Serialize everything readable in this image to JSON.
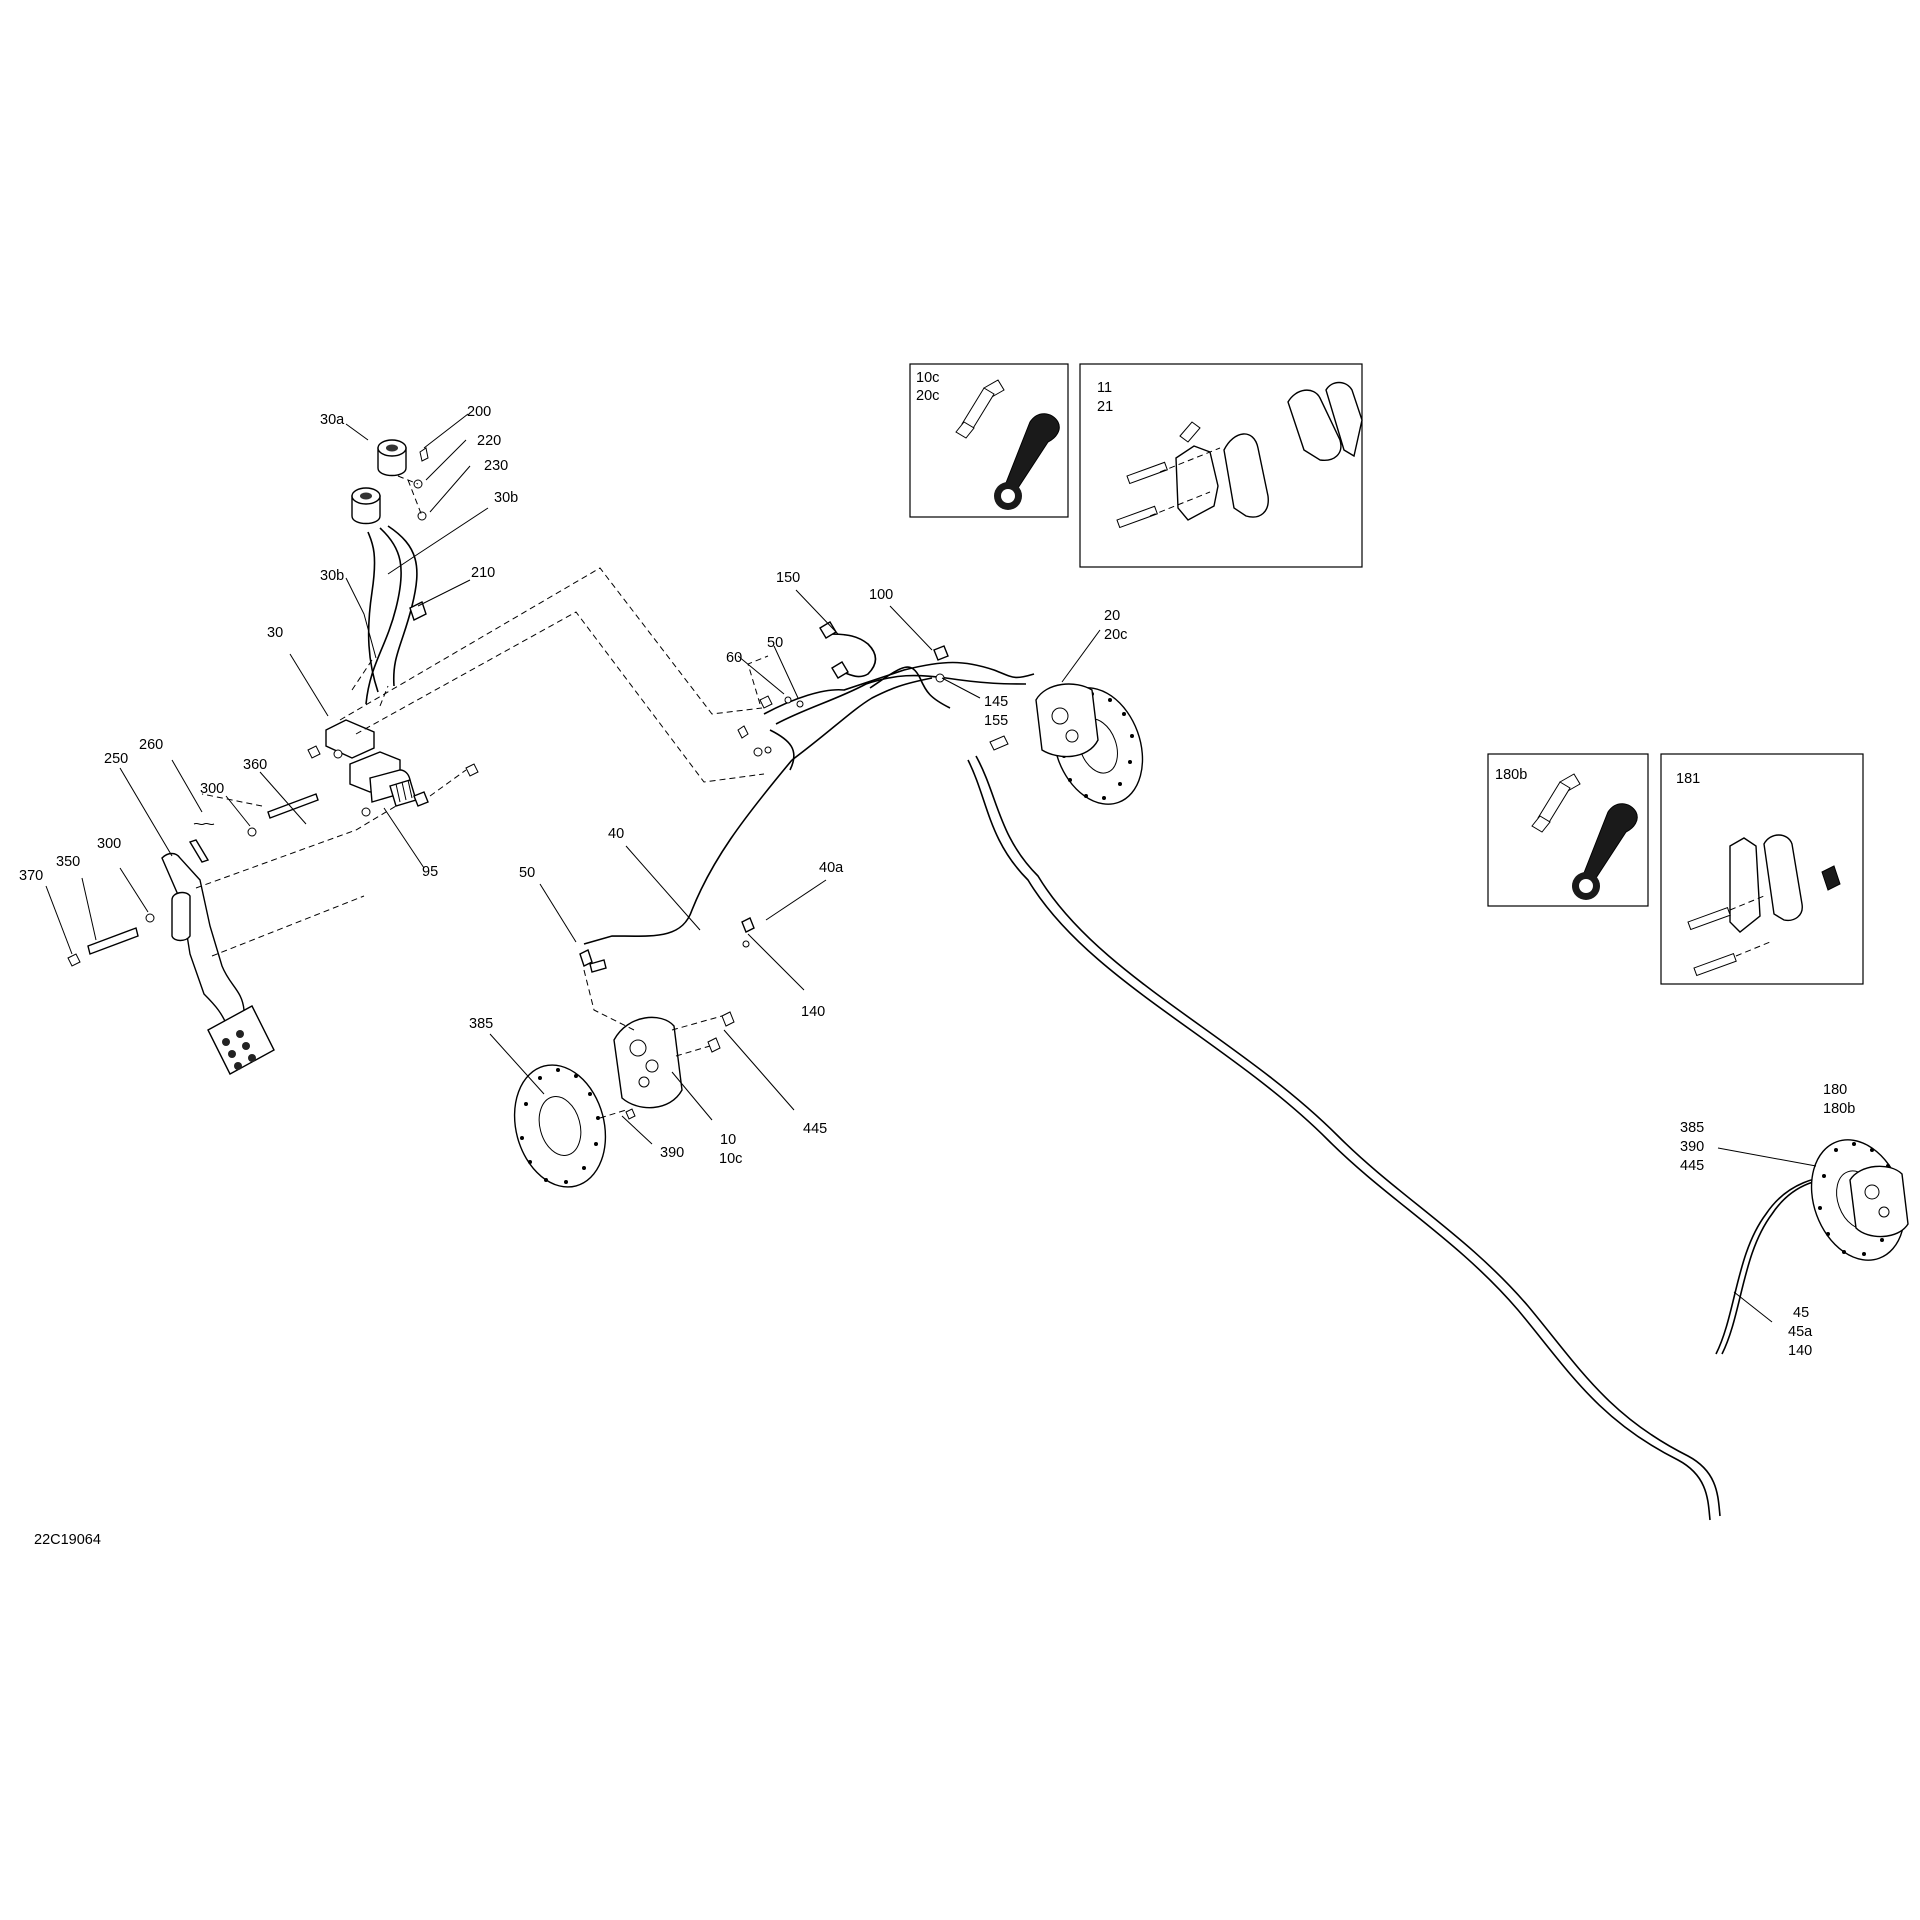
{
  "drawing_number": "22C19064",
  "callouts": {
    "c30a": "30a",
    "c200": "200",
    "c220": "220",
    "c230": "230",
    "c30b_top": "30b",
    "c30b_left": "30b",
    "c210": "210",
    "c30": "30",
    "c260": "260",
    "c250": "250",
    "c300_a": "300",
    "c360": "360",
    "c95": "95",
    "c300_b": "300",
    "c350": "350",
    "c370": "370",
    "c40": "40",
    "c50_left": "50",
    "c40a": "40a",
    "c140": "140",
    "c385": "385",
    "c390": "390",
    "c10": "10",
    "c10c": "10c",
    "c445": "445",
    "c150": "150",
    "c100": "100",
    "c60": "60",
    "c50_mid": "50",
    "c145": "145",
    "c155": "155",
    "c20": "20",
    "c20c": "20c",
    "c180": "180",
    "c180b": "180b",
    "c385_r": "385",
    "c390_r": "390",
    "c445_r": "445",
    "c45": "45",
    "c45a": "45a",
    "c140_r": "140"
  },
  "inset_boxes": {
    "bleeder_front": [
      "10c",
      "20c"
    ],
    "pads_front": [
      "11",
      "21"
    ],
    "bleeder_rear": [
      "180b"
    ],
    "pads_rear": [
      "181"
    ]
  }
}
